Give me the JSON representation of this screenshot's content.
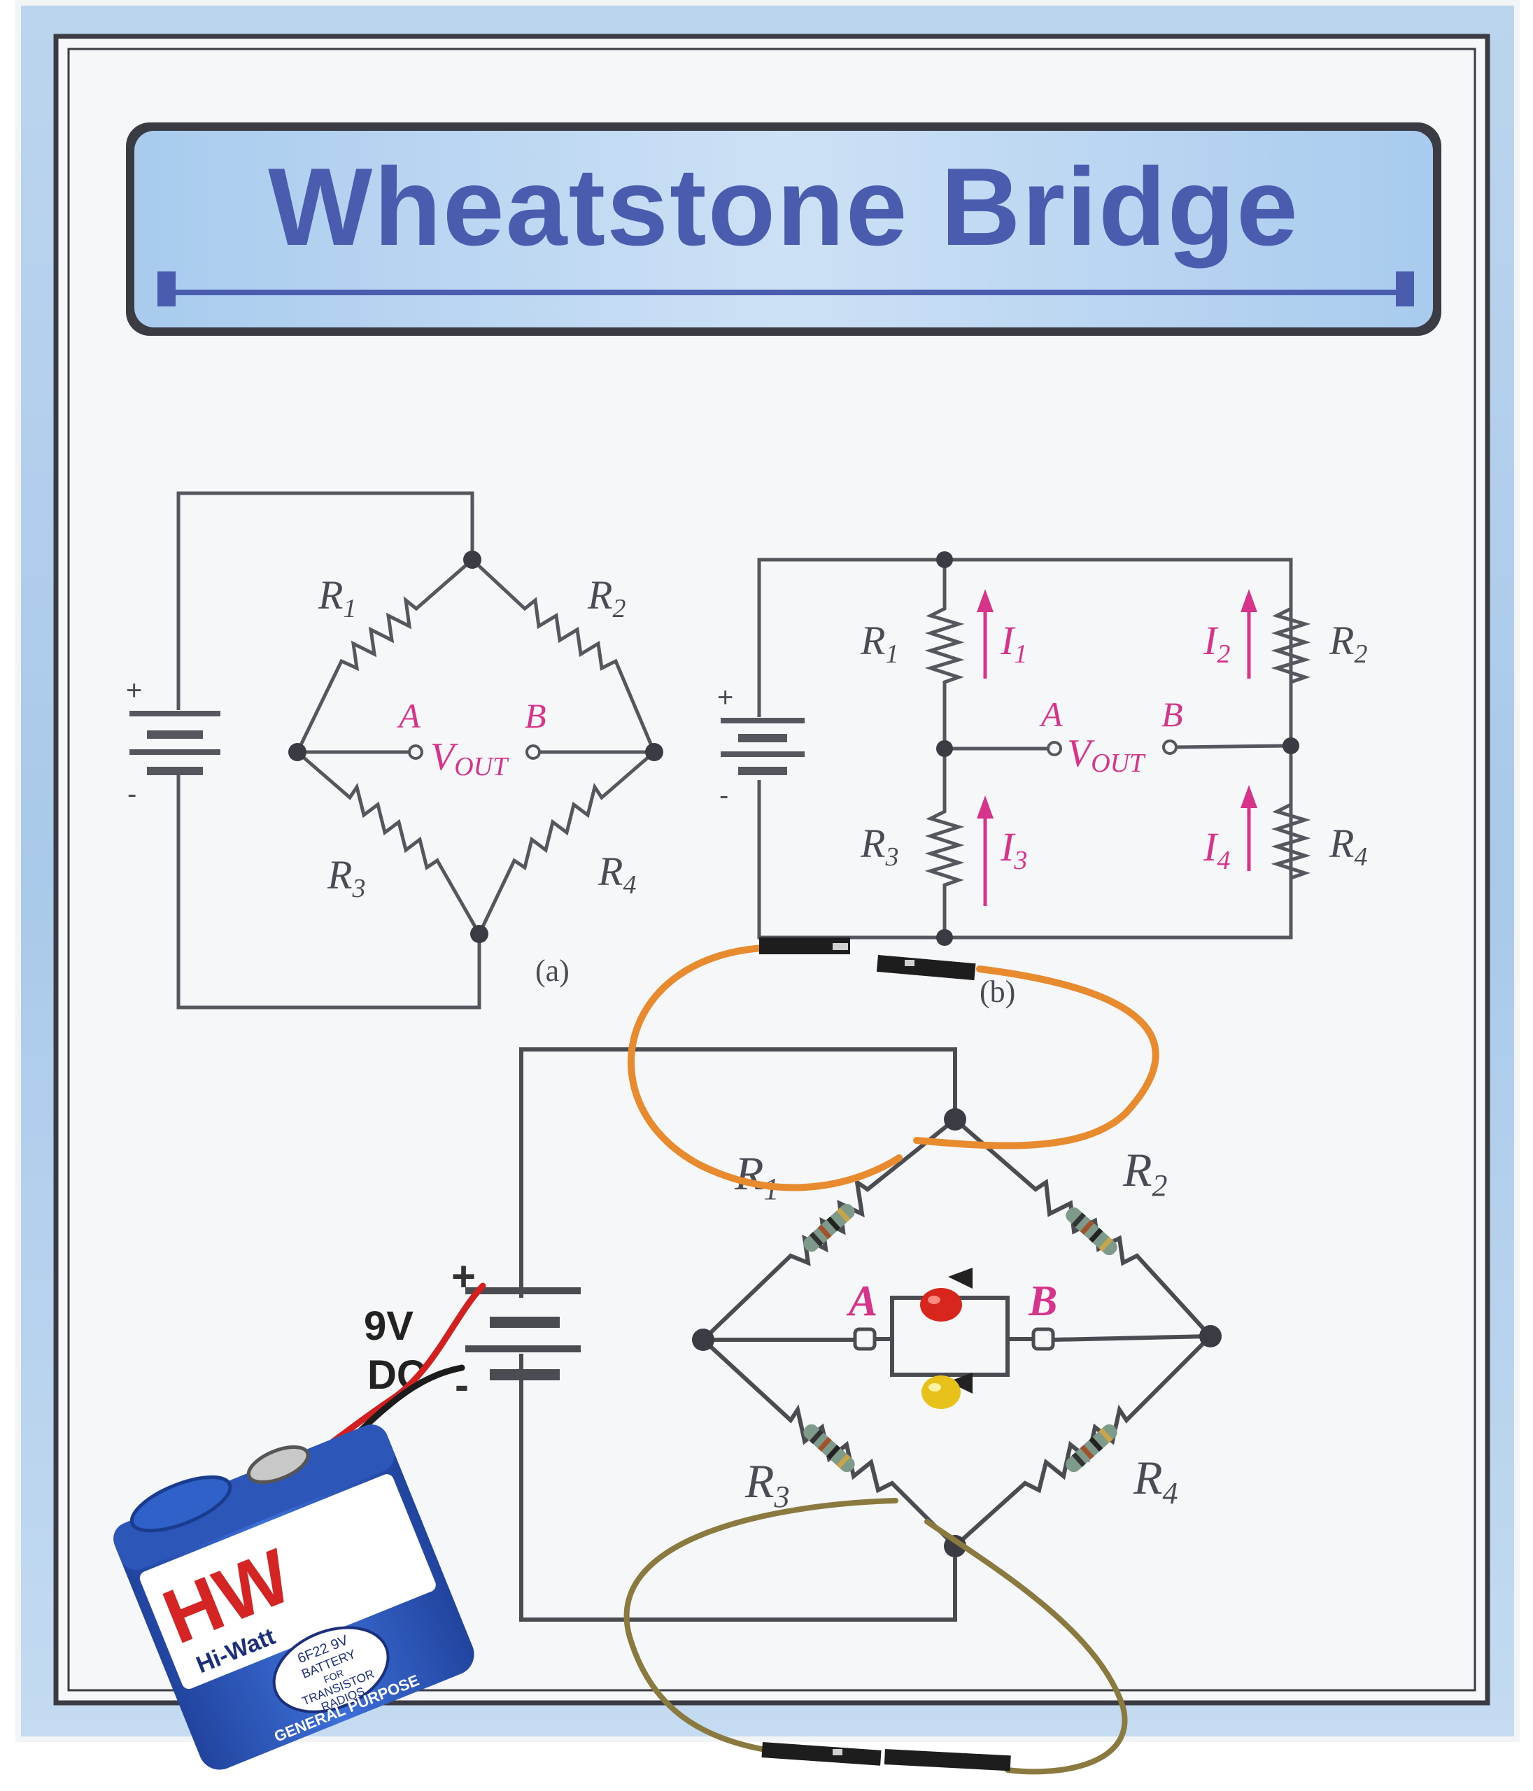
{
  "poster": {
    "title": "Wheatstone Bridge",
    "colors": {
      "frame_blue": "#9ec3e6",
      "title_blue": "#4a5cae",
      "label_pink": "#d6338a",
      "wire_gray": "#56565e"
    }
  },
  "diagram_a": {
    "caption": "(a)",
    "plus": "+",
    "minus": "-",
    "resistors": [
      {
        "label": "R",
        "sub": "1"
      },
      {
        "label": "R",
        "sub": "2"
      },
      {
        "label": "R",
        "sub": "3"
      },
      {
        "label": "R",
        "sub": "4"
      }
    ],
    "node_a": "A",
    "node_b": "B",
    "vout": "V",
    "vout_sub": "OUT"
  },
  "diagram_b": {
    "caption": "(b)",
    "plus": "+",
    "minus": "-",
    "resistors": [
      {
        "label": "R",
        "sub": "1"
      },
      {
        "label": "R",
        "sub": "2"
      },
      {
        "label": "R",
        "sub": "3"
      },
      {
        "label": "R",
        "sub": "4"
      }
    ],
    "currents": [
      {
        "label": "I",
        "sub": "1"
      },
      {
        "label": "I",
        "sub": "2"
      },
      {
        "label": "I",
        "sub": "3"
      },
      {
        "label": "I",
        "sub": "4"
      }
    ],
    "node_a": "A",
    "node_b": "B",
    "vout": "V",
    "vout_sub": "OUT"
  },
  "model": {
    "plus": "+",
    "minus": "-",
    "voltage_line1": "9V",
    "voltage_line2": "DC",
    "resistors": [
      {
        "label": "R",
        "sub": "1"
      },
      {
        "label": "R",
        "sub": "2"
      },
      {
        "label": "R",
        "sub": "3"
      },
      {
        "label": "R",
        "sub": "4"
      }
    ],
    "node_a": "A",
    "node_b": "B",
    "led_colors": {
      "top": "#d8261c",
      "bottom": "#e8c21a"
    },
    "jumper_top_color": "#e88a2e",
    "jumper_bottom_color": "#8b7a3f"
  },
  "battery": {
    "brand_logo": "HW",
    "brand_name": "Hi-Watt",
    "model_text": "6F22 9V",
    "battery_text": "BATTERY",
    "for_text": "FOR",
    "use_text": "TRANSISTOR",
    "use_text2": "RADIOS",
    "purpose": "GENERAL PURPOSE",
    "body_color": "#2f5cc9"
  }
}
